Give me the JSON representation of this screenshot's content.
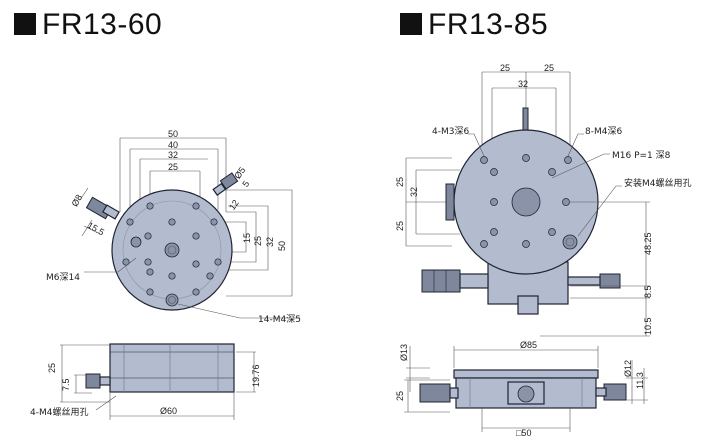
{
  "models": [
    {
      "name": "FR13-60"
    },
    {
      "name": "FR13-85"
    }
  ],
  "fr60": {
    "top_dims": [
      "50",
      "40",
      "32",
      "25"
    ],
    "right_dims": [
      "15",
      "25",
      "32",
      "50"
    ],
    "knob_dims": [
      "Ø8",
      "15.5",
      "Ø5",
      "5",
      "12"
    ],
    "callouts": [
      "M6深14",
      "14-M4深5"
    ],
    "side_dims": [
      "25",
      "7.5",
      "19.76",
      "Ø60"
    ],
    "side_callout": "4-M4螺丝用孔"
  },
  "fr85": {
    "top_dims": [
      "25",
      "25",
      "32"
    ],
    "left_dims": [
      "25",
      "32",
      "25"
    ],
    "callouts": [
      "4-M3深6",
      "8-M4深6",
      "M16 P=1 深8",
      "安装M4螺丝用孔"
    ],
    "right_dims": [
      "48.25",
      "8.5",
      "10.5"
    ],
    "side_dims": [
      "Ø85",
      "Ø13",
      "25",
      "Ø12",
      "11.3",
      "□50"
    ]
  }
}
